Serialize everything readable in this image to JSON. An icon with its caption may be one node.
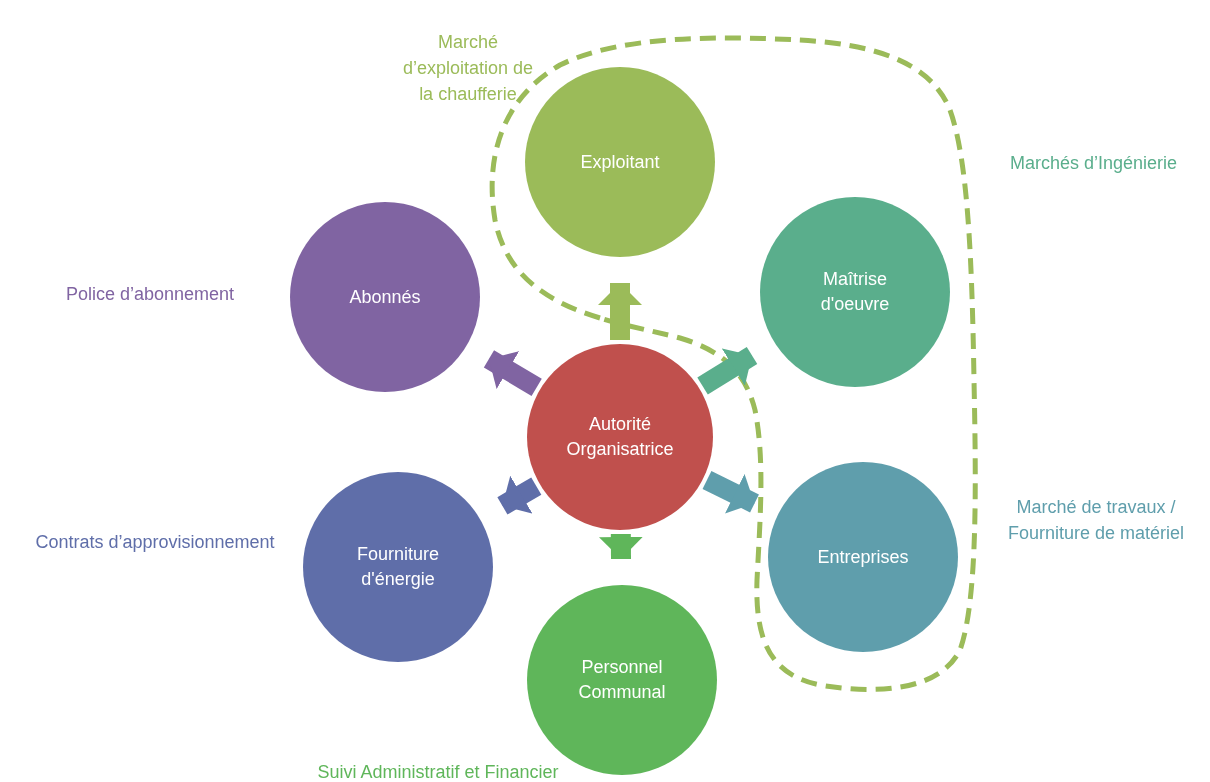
{
  "diagram": {
    "nodes": [
      {
        "text": [
          "Exploitant"
        ],
        "beside": [
          "Marché d’exploitation de la chaufferie"
        ]
      },
      {
        "text": [
          "Abonnés"
        ],
        "beside": [
          "Police d’abonnement"
        ]
      },
      {
        "text": [
          "Maîtrise d'oeuvre"
        ]
      },
      {
        "text": [
          "Autorité Organisatrice"
        ]
      },
      {
        "text": [
          "Fourniture d'énergie"
        ],
        "beside": [
          "Contrats d’approvisionnement"
        ]
      },
      {
        "text": [
          "Entreprises"
        ],
        "beside": [
          "Marché de travaux / Fourniture de matériel"
        ]
      },
      {
        "text": [
          "Personnel Communal"
        ],
        "beside": [
          "Suivi Administratif et Financier"
        ]
      }
    ],
    "edges": [
      {
        "from": 3,
        "to": 0,
        "arrow": "to",
        "color": "#9bbb59"
      },
      {
        "from": 3,
        "to": 1,
        "arrow": "to",
        "color": "#8064a2"
      },
      {
        "from": 3,
        "to": 2,
        "arrow": "to",
        "color": "#5aae8c"
      },
      {
        "from": 3,
        "to": 4,
        "arrow": "to",
        "color": "#5f6ea9"
      },
      {
        "from": 3,
        "to": 5,
        "arrow": "to",
        "color": "#5f9eac"
      },
      {
        "from": 3,
        "to": 6,
        "arrow": "to",
        "color": "#5fb65a"
      }
    ],
    "labels": [
      "Marchés d’Ingénierie"
    ]
  }
}
